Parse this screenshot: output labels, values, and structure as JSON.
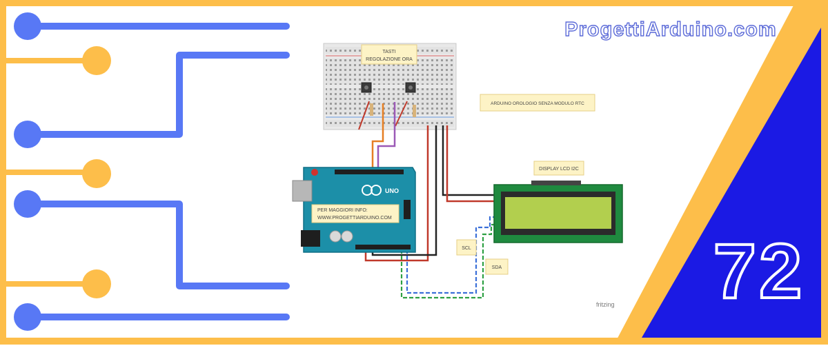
{
  "brand": {
    "site_name": "ProgettiArduino.com"
  },
  "episode": {
    "number": "72"
  },
  "diagram": {
    "breadboard_note": [
      "TASTI",
      "REGOLAZIONE ORA"
    ],
    "title_note": "ARDUINO OROLOGIO SENZA MODULO RTC",
    "lcd_note": "DISPLAY LCD I2C",
    "info_note": [
      "PER MAGGIORI INFO:",
      "WWW.PROGETTIARDUINO.COM"
    ],
    "scl_note": "SCL",
    "sda_note": "SDA",
    "board_brand": "UNO",
    "tool_credit": "fritzing"
  },
  "colors": {
    "yellow": "#FDBE4A",
    "blue": "#5878F5",
    "royal_blue": "#1B1AE4",
    "board_teal": "#1C8FA8",
    "lcd_green": "#B2CF4E"
  }
}
